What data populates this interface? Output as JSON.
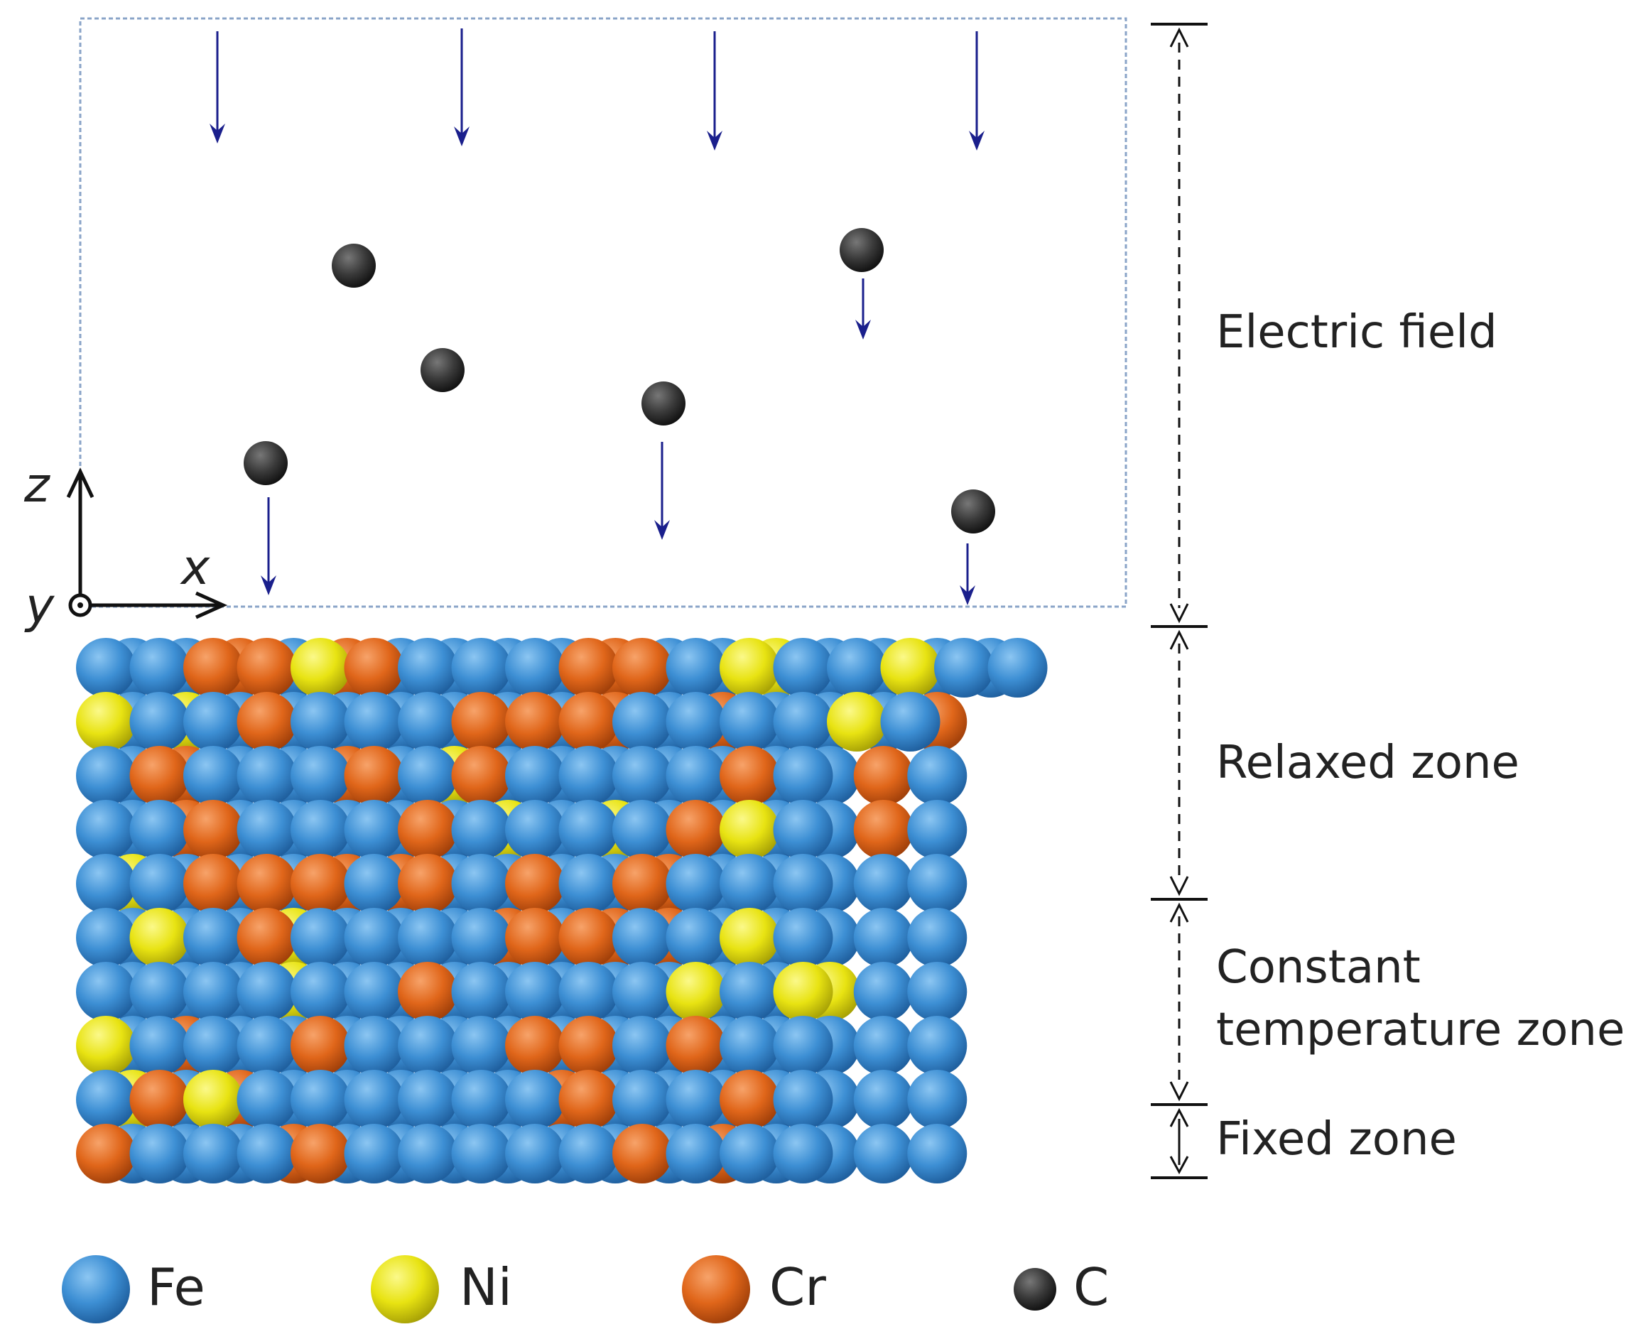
{
  "zones": {
    "electric_field": "Electric field",
    "relaxed": "Relaxed zone",
    "constant_temperature_line1": "Constant",
    "constant_temperature_line2": "temperature zone",
    "fixed": "Fixed zone"
  },
  "axes": {
    "x": "x",
    "y": "y",
    "z": "z"
  },
  "legend": [
    {
      "symbol": "Fe",
      "color": "#3d8fd4"
    },
    {
      "symbol": "Ni",
      "color": "#e8e312"
    },
    {
      "symbol": "Cr",
      "color": "#e0661a"
    },
    {
      "symbol": "C",
      "color": "#3a3a3a"
    }
  ],
  "colors": {
    "arrow": "#1a1f8c",
    "Fe": "#3d8fd4",
    "Ni": "#e8e312",
    "Cr": "#e0661a",
    "C": "#3a3a3a",
    "box_border": "#8aa4c8"
  },
  "lattice": {
    "primary_rows": [
      "FFCCNCFFFCCFNFFNFF",
      "NFFCFFFCCCFFFFNF",
      "FCFFFCFCFFFFCF",
      "FFCFFFCFFFFCNF",
      "FFCCCFCFCFCFFF",
      "FNFCFFFFCCFFNF",
      "FFFFFFCFFFFNFN",
      "NFFFCFFFCCFCFF",
      "FCNFFFFFFCFFCF",
      "CFFFCFFFFFCFFF"
    ],
    "interstitial_rows": [
      "FFCFCFFFFCFFNFFFF",
      "FNFFFFFFFCFCFFFC",
      "FCFFCFNFFFFFFFCF",
      "FCFFFFFNFNFFFFCF",
      "NFFFCCFFFFCFFFFF",
      "FFFNFFFCFCCFFFFF",
      "FFFNFFFFFFFFFNFF",
      "FCFFFFFFFFFFFFFF",
      "NFCFFFFFCFFFFFFF",
      "FFFCFFFFFFFCFFFF"
    ]
  }
}
